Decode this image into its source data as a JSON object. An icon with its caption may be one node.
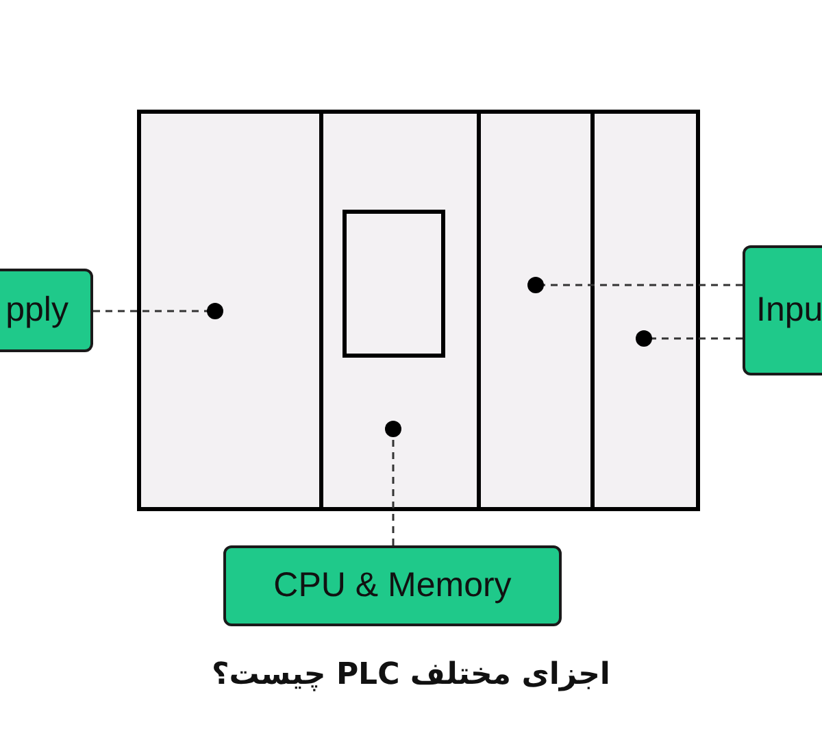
{
  "diagram": {
    "title": "اجزای مختلف PLC چیست؟",
    "nodes": [
      {
        "text": [],
        "shape": "box"
      },
      {
        "text": [],
        "shape": "box",
        "in": 0
      },
      {
        "text": [
          "pply"
        ]
      },
      {
        "text": [
          "Inpu"
        ]
      },
      {
        "text": [
          "CPU & Memory"
        ]
      }
    ],
    "edges": [
      {
        "from": 2,
        "to": 0,
        "arrow": "other",
        "style": "dashed"
      },
      {
        "from": 3,
        "to": 0,
        "arrow": "other",
        "style": "dashed"
      },
      {
        "from": 3,
        "to": 0,
        "arrow": "other",
        "style": "dashed"
      },
      {
        "from": 4,
        "to": 0,
        "arrow": "other",
        "style": "dashed"
      }
    ]
  }
}
